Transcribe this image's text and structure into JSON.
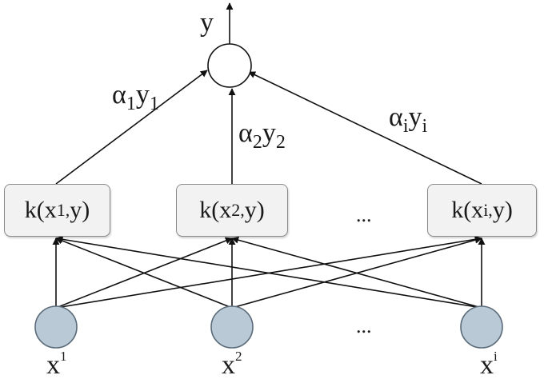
{
  "output_label": "y",
  "weights": [
    {
      "base": "α",
      "sub1": "1",
      "mid": "y",
      "sub2": "1"
    },
    {
      "base": "α",
      "sub1": "2",
      "mid": "y",
      "sub2": "2"
    },
    {
      "base": "α",
      "sub1": "i",
      "mid": "y",
      "sub2": "i"
    }
  ],
  "kernels": [
    {
      "pre": "k(x",
      "sub": "1,",
      "post": "y)"
    },
    {
      "pre": "k(x",
      "sub": "2,",
      "post": "y)"
    },
    {
      "pre": "k(x",
      "sub": "i,",
      "post": "y)"
    }
  ],
  "kernel_ellipsis": "...",
  "input_ellipsis": "...",
  "inputs": [
    {
      "base": "x",
      "sup": "1"
    },
    {
      "base": "x",
      "sup": "2"
    },
    {
      "base": "x",
      "sup": "i"
    }
  ],
  "colors": {
    "input_node_fill": "#b9c9d6",
    "input_node_stroke": "#5a6a78",
    "kernel_fill": "#f2f2f2",
    "line": "#111111"
  }
}
